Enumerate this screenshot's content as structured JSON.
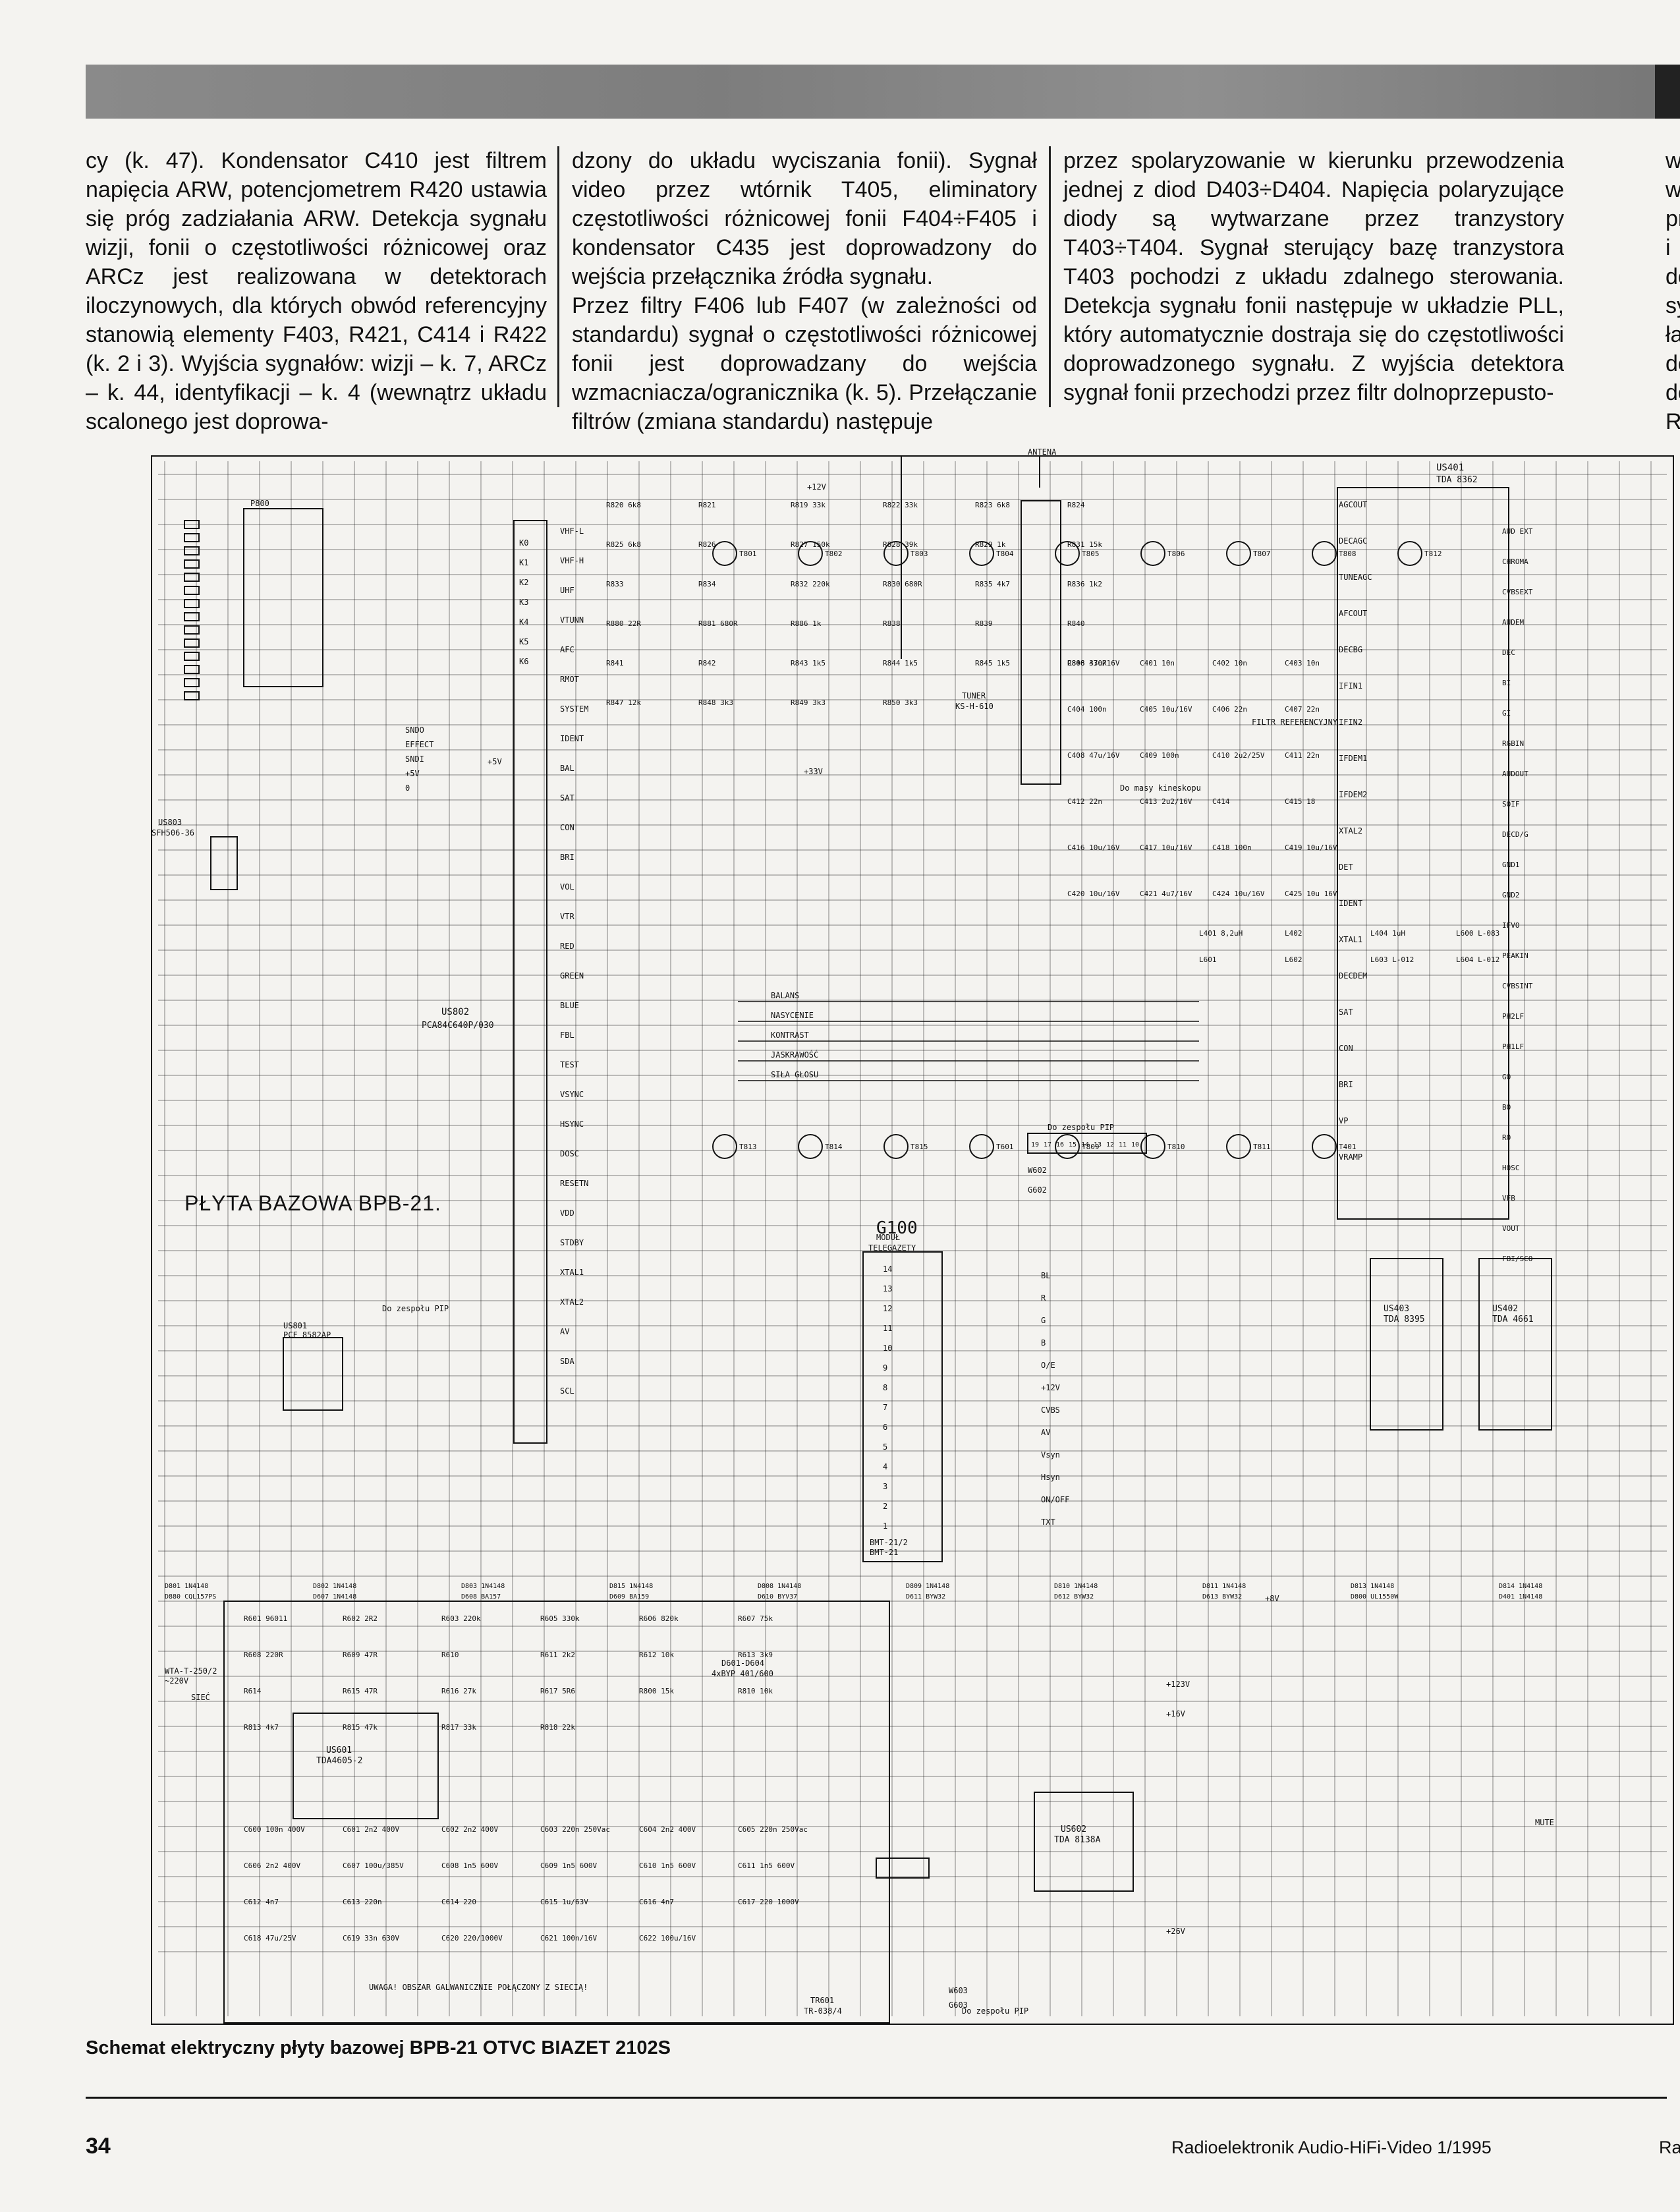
{
  "article": {
    "col1": "cy (k. 47). Kondensator C410 jest filtrem napięcia ARW, potencjometrem R420 ustawia się próg zadziałania ARW. Detekcja sygnału wizji, fonii o częstotliwości różnicowej oraz ARCz jest realizowana w detektorach iloczynowych, dla których obwód referencyjny stanowią elementy F403, R421, C414 i R422 (k. 2 i 3). Wyjścia sygnałów: wizji – k. 7, ARCz – k. 44, identyfikacji – k. 4 (wewnątrz układu scalonego jest doprowa-",
    "col2": "dzony do układu wyciszania fonii). Sygnał video przez wtórnik T405, eliminatory częstotliwości różnicowej fonii F404÷F405 i kondensator C435 jest doprowadzony do wejścia przełącznika źródła sygnału.\nPrzez filtry F406 lub F407 (w zależności od standardu) sygnał o częstotliwości różnicowej fonii jest doprowadzany do wejścia wzmacniacza/ogranicznika (k. 5). Przełączanie filtrów (zmiana standardu) następuje",
    "col3": "przez spolaryzowanie w kierunku przewodzenia jednej z diod D403÷D404. Napięcia polaryzujące diody są wytwarzane przez tranzystory T403÷T404. Sygnał sterujący bazę tranzystora T403 pochodzi z układu zdalnego sterowania. Detekcja sygnału fonii następuje w układzie PLL, który automatycznie dostraja się do częstotliwości doprowadzonego sygnału. Z wyjścia detektora sygnał fonii przechodzi przez filtr dolnoprzepusto-",
    "edge_letters": [
      "w",
      "w",
      "pr",
      "i",
      "do",
      "sy",
      "ła",
      "do",
      "do",
      "R"
    ]
  },
  "schematic": {
    "board_title": "PŁYTA BAZOWA BPB-21.",
    "chips": {
      "us802": "US802",
      "us802_part": "PCA84C640P/030",
      "us401": "US401",
      "us401_part": "TDA 8362",
      "us801": "US801",
      "us801_part": "PCF 8582AP",
      "us601": "US601",
      "us601_part": "TDA4605-2",
      "us602": "US602",
      "us602_part": "TDA 8138A",
      "us403": "US403",
      "us403_part": "TDA 8395",
      "us402": "US402",
      "us402_part": "TDA 4661",
      "us803": "US803",
      "us803_part": "SFH506-36"
    },
    "labels": {
      "antena": "ANTENA",
      "tuner": "TUNER",
      "tuner_part": "KS-H-610",
      "module_title": "MODUŁ",
      "module_sub": "TELEGAZETY",
      "module_id": "G100",
      "module_code": "BMT-21/2",
      "module_code2": "BMT-21",
      "to_pip": "Do zespołu PIP",
      "to_pip2": "Do zespołu PIP",
      "to_pip3": "Do zespołu PIP",
      "to_kinescope": "Do masy kineskopu",
      "ref_filter": "FILTR REFERENCYJNY",
      "mains": "~220V",
      "fuse": "WTA-T-250/2",
      "siec": "SIEĆ",
      "warning": "UWAGA! OBSZAR GALWANICZNIE POŁĄCZONY Z SIECIĄ!",
      "transformer": "TR601",
      "transformer_part": "TR-038/4",
      "bridge": "D601-D604",
      "bridge_part": "4xBYP 401/600",
      "mute": "MUTE",
      "p800": "P800",
      "supply_12": "+12V",
      "supply_5": "+5V",
      "supply_33": "+33V",
      "supply_123": "+123V",
      "supply_16": "+16V",
      "supply_26": "+26V",
      "supply_8": "+8V"
    },
    "us802_pins_left": [
      "K0",
      "K1",
      "K2",
      "K3",
      "K4",
      "K5",
      "K6"
    ],
    "us802_pins_mid": [
      "SNDO",
      "EFFECT",
      "SNDI",
      "+5V",
      "0"
    ],
    "us802_pins_right": [
      "VHF-L",
      "VHF-H",
      "UHF",
      "VTUNN",
      "AFC",
      "RMOT",
      "SYSTEM",
      "IDENT",
      "BAL",
      "SAT",
      "CON",
      "BRI",
      "VOL",
      "VTR",
      "RED",
      "GREEN",
      "BLUE",
      "FBL",
      "TEST",
      "VSYNC",
      "HSYNC",
      "DOSC",
      "RESETN",
      "VDD",
      "STDBY",
      "XTAL1",
      "XTAL2",
      "AV",
      "SDA",
      "SCL"
    ],
    "us401_pins": [
      "AGCOUT",
      "DECAGC",
      "TUNEAGC",
      "AFCOUT",
      "DECBG",
      "IFIN1",
      "IFIN2",
      "IFDEM1",
      "IFDEM2",
      "XTAL2",
      "DET",
      "IDENT",
      "XTAL1",
      "DECDEM",
      "SAT",
      "CON",
      "BRI",
      "VP",
      "VRAMP"
    ],
    "right_pins": [
      "AUD EXT",
      "CHROMA",
      "CVBSEXT",
      "AUDEM",
      "DEC",
      "BI",
      "GI",
      "RGBIN",
      "AUDOUT",
      "SOIF",
      "DECD/G",
      "GND1",
      "GND2",
      "IFVO",
      "PEAKIN",
      "CVBSINT",
      "PH2LF",
      "PH1LF",
      "GO",
      "BO",
      "RO",
      "HOSC",
      "VFB",
      "VOUT",
      "FBI/SCO"
    ],
    "control_signals": [
      "BALANS",
      "NASYCENIE",
      "KONTRAST",
      "JASKRAWOŚĆ",
      "SIŁA GŁOSU"
    ],
    "pip_pins": [
      "W602",
      "G602"
    ],
    "pip_header": [
      "19",
      "17",
      "16",
      "15",
      "14",
      "13",
      "12",
      "11",
      "10"
    ],
    "pip_bottom": [
      "W603",
      "G603"
    ],
    "module_pins": [
      "14",
      "13",
      "12",
      "11",
      "10",
      "9",
      "8",
      "7",
      "6",
      "5",
      "4",
      "3",
      "2",
      "1"
    ],
    "module_outputs": [
      "BL",
      "R",
      "G",
      "B",
      "O/E",
      "+12V",
      "CVBS",
      "AV",
      "Vsyn",
      "Hsyn",
      "ON/OFF",
      "TXT"
    ],
    "transistors": [
      "T801",
      "T802",
      "T803",
      "T804",
      "T805",
      "T806",
      "T807",
      "T808",
      "T812",
      "T813",
      "T814",
      "T815",
      "T601",
      "T809",
      "T810",
      "T811",
      "T401"
    ],
    "components_a": [
      "R820 6k8",
      "R821",
      "R819 33k",
      "R822 33k",
      "R823 6k8",
      "R824",
      "R825 6k8",
      "R826",
      "R827 150k",
      "R828 39k",
      "R829 1k",
      "R831 15k",
      "R833",
      "R834",
      "R832 220k",
      "R830 680R",
      "R835 4k7",
      "R836 1k2",
      "R880 22R",
      "R881 680R",
      "R886 1k",
      "R838",
      "R839",
      "R840",
      "R841",
      "R842",
      "R843 1k5",
      "R844 1k5",
      "R845 1k5",
      "R846 330R",
      "R847 12k",
      "R848 3k3",
      "R849 3k3",
      "R850 3k3"
    ],
    "components_b": [
      "C808 47u/16V",
      "C401 10n",
      "C402 10n",
      "C403 10n",
      "C404 100n",
      "C405 10u/16V",
      "C406 22n",
      "C407 22n",
      "C408 47u/16V",
      "C409 100n",
      "C410 2u2/25V",
      "C411 22n",
      "C412 22n",
      "C413 2u2/16V",
      "C414",
      "C415 18",
      "C416 10u/16V",
      "C417 10u/16V",
      "C418 100n",
      "C419 10u/16V",
      "C420 10u/16V",
      "C421 4u7/16V",
      "C424 10u/16V",
      "C425 10u 16V"
    ],
    "components_c": [
      "R601 96011",
      "R602 2R2",
      "R603 220k",
      "R605 330k",
      "R606 820k",
      "R607 75k",
      "R608 220R",
      "R609 47R",
      "R610",
      "R611 2k2",
      "R612 10k",
      "R613 3k9",
      "R614",
      "R615 47R",
      "R616 27k",
      "R617 5R6",
      "R800 15k",
      "R810 10k",
      "R813 4k7",
      "R815 47k",
      "R817 33k",
      "R818 22k"
    ],
    "components_d": [
      "C600 100n 400V",
      "C601 2n2 400V",
      "C602 2n2 400V",
      "C603 220n 250Vac",
      "C604 2n2 400V",
      "C605 220n 250Vac",
      "C606 2n2 400V",
      "C607 100u/385V",
      "C608 1n5 600V",
      "C609 1n5 600V",
      "C610 1n5 600V",
      "C611 1n5 600V",
      "C612 4n7",
      "C613 220n",
      "C614 220",
      "C615 1u/63V",
      "C616 4n7",
      "C617 220 1000V",
      "C618 47u/25V",
      "C619 33n 630V",
      "C620 220/1000V",
      "C621 100n/16V",
      "C622 100u/16V"
    ],
    "inductors": [
      "L401 8,2uH",
      "L402",
      "L404 1uH",
      "L600 L-083",
      "L601",
      "L602",
      "L603 L-012",
      "L604 L-012"
    ],
    "diodes": [
      "D801 1N4148",
      "D802 1N4148",
      "D803 1N4148",
      "D815 1N4148",
      "D808 1N4148",
      "D809 1N4148",
      "D810 1N4148",
      "D811 1N4148",
      "D813 1N4148",
      "D814 1N4148",
      "D880 CQL157PS",
      "D607 1N4148",
      "D608 BA157",
      "D609 BA159",
      "D610 BYV37",
      "D611 BYW32",
      "D612 BYW32",
      "D613 BYW32",
      "D800 UL1550W",
      "D401 1N4148"
    ]
  },
  "caption": "Schemat elektryczny płyty bazowej BPB-21 OTVC BIAZET 2102S",
  "footer": {
    "page": "34",
    "journal": "Radioelektronik Audio-HiFi-Video 1/1995",
    "edge": "Ra"
  }
}
